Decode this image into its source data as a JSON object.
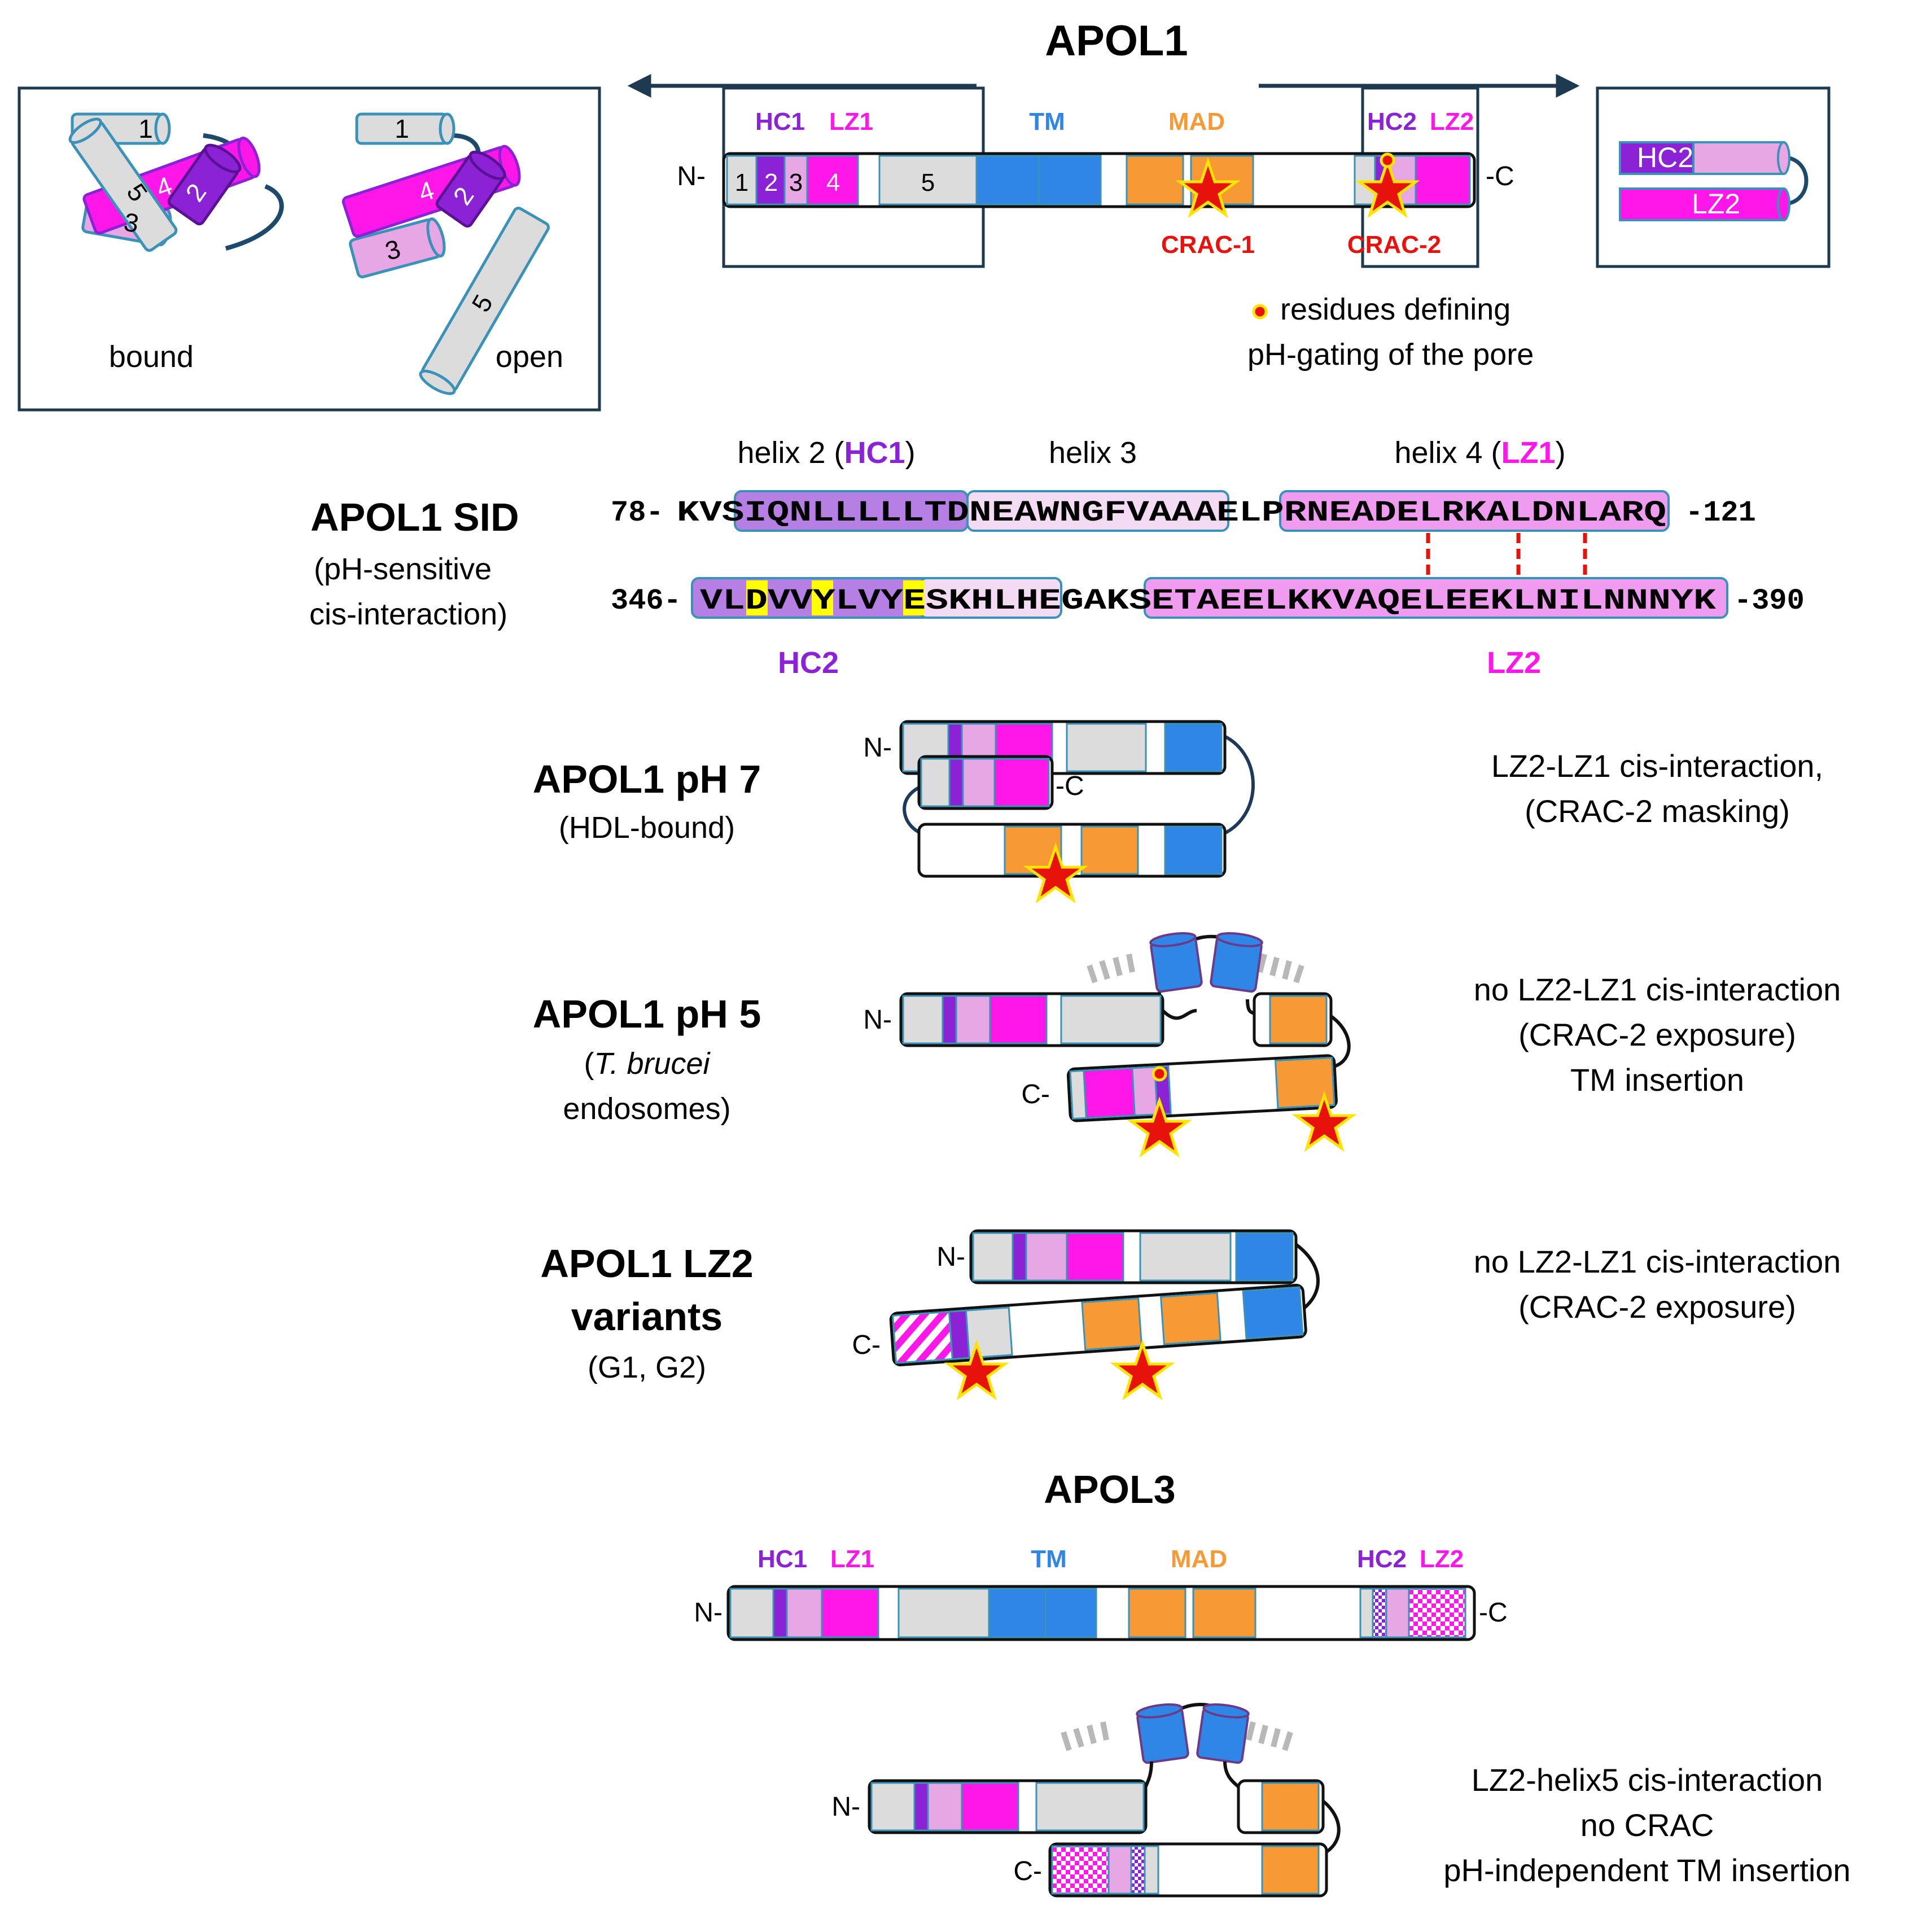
{
  "apol1": {
    "title": "APOL1",
    "domains": {
      "hc1": "HC1",
      "lz1": "LZ1",
      "tm": "TM",
      "mad": "MAD",
      "hc2": "HC2",
      "lz2": "LZ2"
    },
    "n_term": "N-",
    "c_term": "-C",
    "helix_numbers": [
      "1",
      "2",
      "3",
      "4",
      "5"
    ],
    "crac1": "CRAC-1",
    "crac2": "CRAC-2",
    "legend_line1": "residues defining",
    "legend_line2": "pH-gating of the pore",
    "inset_left": {
      "bound": "bound",
      "open": "open"
    },
    "inset_right": {
      "hc2": "HC2",
      "lz2": "LZ2"
    }
  },
  "sid": {
    "title": "APOL1 SID",
    "subtitle_line1": "(pH-sensitive",
    "subtitle_line2": "cis-interaction)",
    "helix2_prefix": "helix 2 (",
    "helix2_hc1": "HC1",
    "helix2_suffix": ")",
    "helix3": "helix 3",
    "helix4_prefix": "helix 4 (",
    "helix4_lz1": "LZ1",
    "helix4_suffix": ")",
    "seq1_start": "78-",
    "seq1": "KVSIQNLLLLLTDNEAWNGFVAAAELPRNEADELRKALDNLARQ",
    "seq1_end": "-121",
    "seq2_start": "346-",
    "seq2": "VLDVVYLVYESKHLHEGAKSETAEELKKVAQELEEKLNILNNNYK",
    "seq2_end": "-390",
    "hc2_label": "HC2",
    "lz2_label": "LZ2"
  },
  "states": [
    {
      "title": "APOL1 pH 7",
      "sub1": "(HDL-bound)",
      "sub2": "",
      "desc": [
        "LZ2-LZ1  cis-interaction,",
        "(CRAC-2 masking)"
      ]
    },
    {
      "title": "APOL1 pH 5",
      "sub1_italic": "T. brucei",
      "sub1_open": "(",
      "sub2": "endosomes)",
      "desc": [
        "no LZ2-LZ1  cis-interaction",
        "(CRAC-2 exposure)",
        "TM insertion"
      ]
    },
    {
      "title_line1": "APOL1 LZ2",
      "title_line2": "variants",
      "sub1": "(G1, G2)",
      "desc": [
        "no LZ2-LZ1  cis-interaction",
        "(CRAC-2 exposure)"
      ]
    }
  ],
  "apol3": {
    "title": "APOL3",
    "domains": {
      "hc1": "HC1",
      "lz1": "LZ1",
      "tm": "TM",
      "mad": "MAD",
      "hc2": "HC2",
      "lz2": "LZ2"
    },
    "desc": [
      "LZ2-helix5  cis-interaction",
      "no CRAC",
      "pH-independent  TM  insertion"
    ]
  },
  "colors": {
    "gray": "#dcdcdc",
    "purple": "#8b22d6",
    "pink": "#e7a6e4",
    "magenta": "#ff17ea",
    "blue": "#2f86e6",
    "orange": "#f79a36",
    "red": "#e8120c",
    "outline": "#3a92b8",
    "arrow": "#1d3a50"
  }
}
